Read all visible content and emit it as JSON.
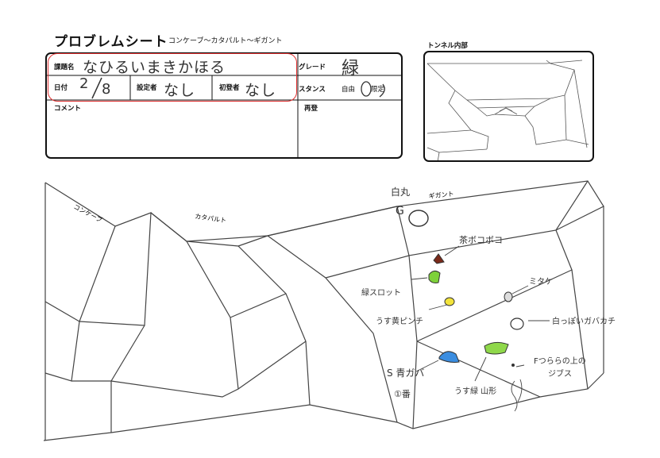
{
  "header": {
    "title": "プロブレムシート",
    "subtitle": "コンケーブ〜カタパルト〜ギガント"
  },
  "form": {
    "problem_name_label": "課題名",
    "problem_name_value": "なひるいまきかほる",
    "date_label": "日付",
    "date_month": "2",
    "date_day": "8",
    "setter_label": "設定者",
    "setter_value": "なし",
    "first_ascent_label": "初登者",
    "first_ascent_value": "なし",
    "grade_label": "グレード",
    "grade_value": "緑",
    "stance_label": "スタンス",
    "stance_free": "自由",
    "stance_limited": "限定",
    "comment_label": "コメント",
    "repeat_label": "再登"
  },
  "tunnel": {
    "title": "トンネル内部"
  },
  "wall": {
    "labels": {
      "concave": "コンケーブ",
      "catapult": "カタパルト",
      "gigant": "ギガント"
    },
    "annotations": {
      "goal": "白丸",
      "goal_g": "G",
      "brown": "茶ボコボコ",
      "green_sloper": "緑スロット",
      "light_yellow": "うす黄ピンチ",
      "mitake": "ミタケ",
      "whitish_pocket": "白っぽいガバカチ",
      "start_blue": "S 青ガバ",
      "start_number": "①番",
      "light_green_mountain": "うす緑\n山形",
      "f_above": "Fつららの上の",
      "jibs": "ジブス"
    }
  },
  "colors": {
    "form_red_outline": "#e03030",
    "hold_brown": "#7a2a1a",
    "hold_green": "#7ed13a",
    "hold_yellow": "#f2e33a",
    "hold_blue": "#3a8de0",
    "hold_light_green": "#8fd84a"
  }
}
